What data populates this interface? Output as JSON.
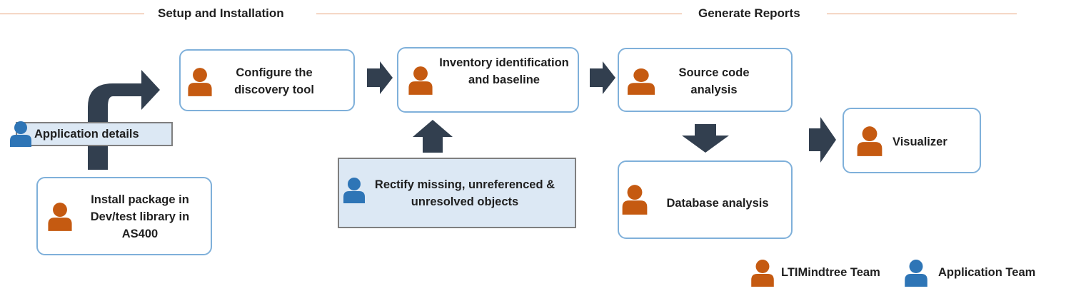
{
  "sections": {
    "setup": "Setup and Installation",
    "reports": "Generate Reports"
  },
  "steps": {
    "application_details": "Application details",
    "install_package": "Install package in Dev/test library in AS400",
    "configure_tool": "Configure the discovery tool",
    "inventory": "Inventory identification and baseline",
    "rectify": "Rectify missing, unreferenced & unresolved objects",
    "source_code": "Source code analysis",
    "database": "Database analysis",
    "visualizer": "Visualizer"
  },
  "legend": {
    "ltimindtree": "LTIMindtree Team",
    "application": "Application Team"
  },
  "colors": {
    "ltimindtree_team": "#c55a11",
    "application_team": "#2e75b6",
    "arrow": "#323f4f",
    "box_border": "#7fb0da",
    "shaded_fill": "#dce8f4",
    "header_line": "#e8a17a"
  },
  "icons": {
    "team_member": "person-icon"
  }
}
